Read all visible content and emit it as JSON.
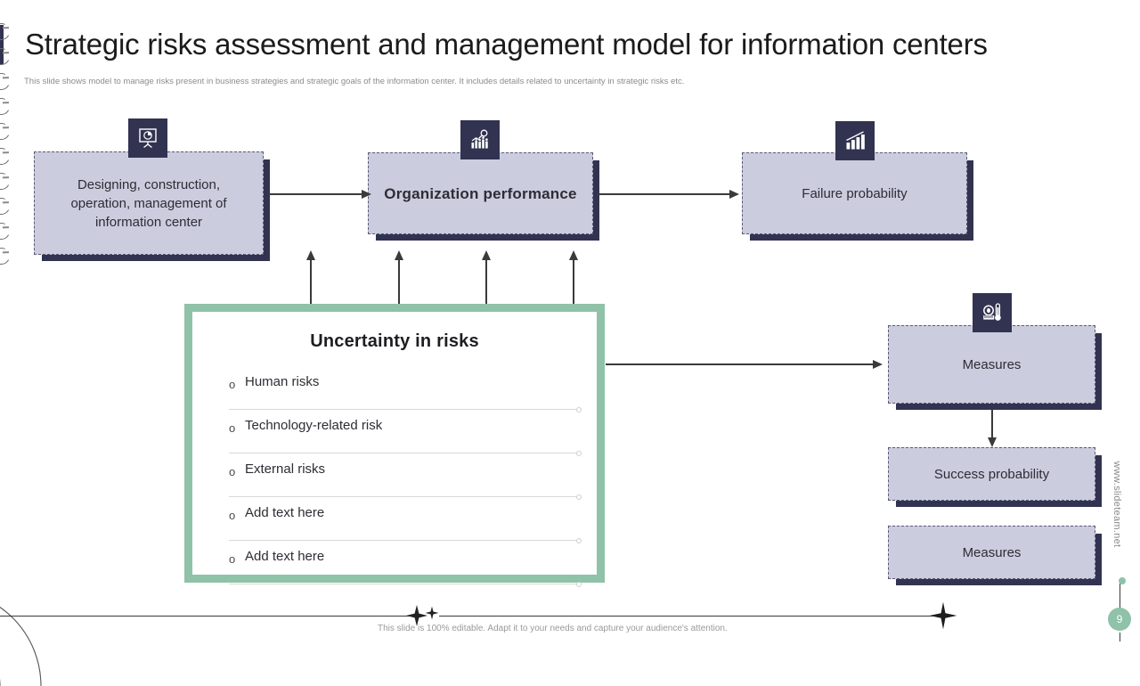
{
  "slide": {
    "title": "Strategic risks assessment and management model for information centers",
    "subtitle": "This slide shows model to manage risks present in business  strategies and strategic goals of the information center. It includes details related to uncertainty in strategic risks etc.",
    "footer_note": "This slide is 100% editable. Adapt it to your needs and capture your audience's attention.",
    "page_number": "9",
    "website": "www.slideteam.net",
    "accent_green": "#8fc2a8",
    "box_fill": "#ccccdf",
    "navy": "#323351"
  },
  "nodes": {
    "designing": {
      "label": "Designing, construction, operation, management of information center",
      "icon": "presentation-board-icon"
    },
    "organization": {
      "label": "Organization performance",
      "icon": "people-bar-chart-magnifier-icon"
    },
    "failure": {
      "label": "Failure probability",
      "icon": "bar-chart-growth-icon"
    },
    "measures_top": {
      "label": "Measures",
      "icon": "measuring-tape-thermometer-icon"
    },
    "success": {
      "label": "Success probability"
    },
    "measures_bottom": {
      "label": "Measures"
    }
  },
  "notepad": {
    "title": "Uncertainty in risks",
    "bullet_glyph": "o",
    "items": [
      "Human risks",
      "Technology-related risk",
      "External risks",
      "Add text here",
      "Add text here"
    ]
  }
}
